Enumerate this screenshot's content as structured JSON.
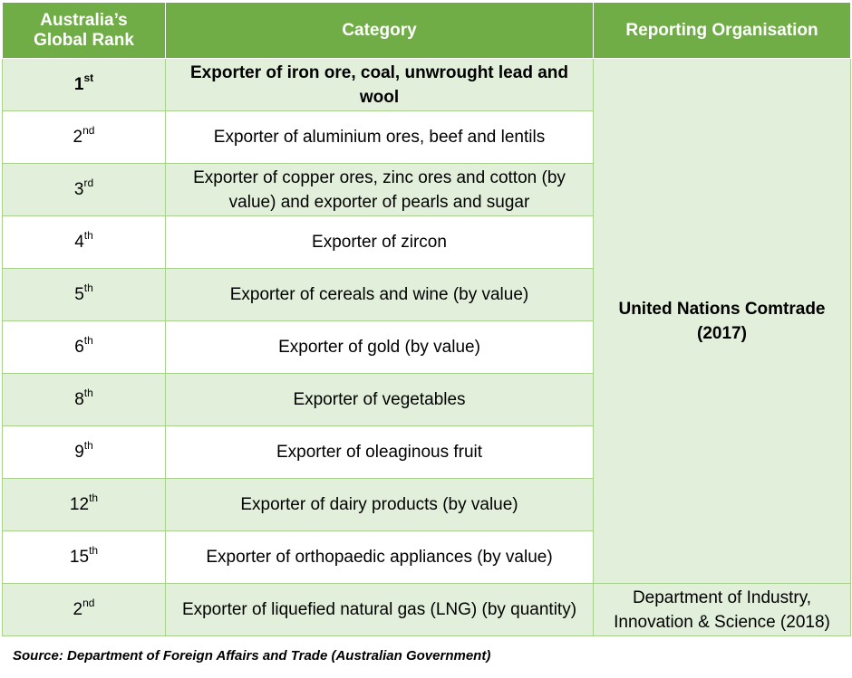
{
  "header": {
    "rank": "Australia’s\nGlobal Rank",
    "category": "Category",
    "organisation": "Reporting Organisation"
  },
  "rows": [
    {
      "rank": "1",
      "suffix": "st",
      "category": "Exporter of iron ore, coal, unwrought lead and wool",
      "bold": true
    },
    {
      "rank": "2",
      "suffix": "nd",
      "category": "Exporter of aluminium ores, beef and lentils"
    },
    {
      "rank": "3",
      "suffix": "rd",
      "category": "Exporter of copper ores, zinc ores and cotton (by value) and exporter of pearls and sugar"
    },
    {
      "rank": "4",
      "suffix": "th",
      "category": "Exporter of zircon"
    },
    {
      "rank": "5",
      "suffix": "th",
      "category": "Exporter of cereals and wine (by value)"
    },
    {
      "rank": "6",
      "suffix": "th",
      "category": "Exporter of gold (by value)"
    },
    {
      "rank": "8",
      "suffix": "th",
      "category": "Exporter of vegetables"
    },
    {
      "rank": "9",
      "suffix": "th",
      "category": "Exporter of oleaginous fruit"
    },
    {
      "rank": "12",
      "suffix": "th",
      "category": "Exporter of dairy products (by value)"
    },
    {
      "rank": "15",
      "suffix": "th",
      "category": "Exporter of orthopaedic appliances (by value)"
    },
    {
      "rank": "2",
      "suffix": "nd",
      "category": "Exporter of liquefied natural gas (LNG) (by quantity)"
    }
  ],
  "organisations": [
    {
      "text": "United Nations Comtrade (2017)",
      "rowspan": 10
    },
    {
      "text": "Department of Industry, Innovation & Science (2018)",
      "rowspan": 1
    }
  ],
  "source": "Source: Department of Foreign Affairs and Trade (Australian Government)",
  "colors": {
    "header_green": "#70ad47",
    "light_green": "#e2efda",
    "border_green": "#a9d18e"
  }
}
